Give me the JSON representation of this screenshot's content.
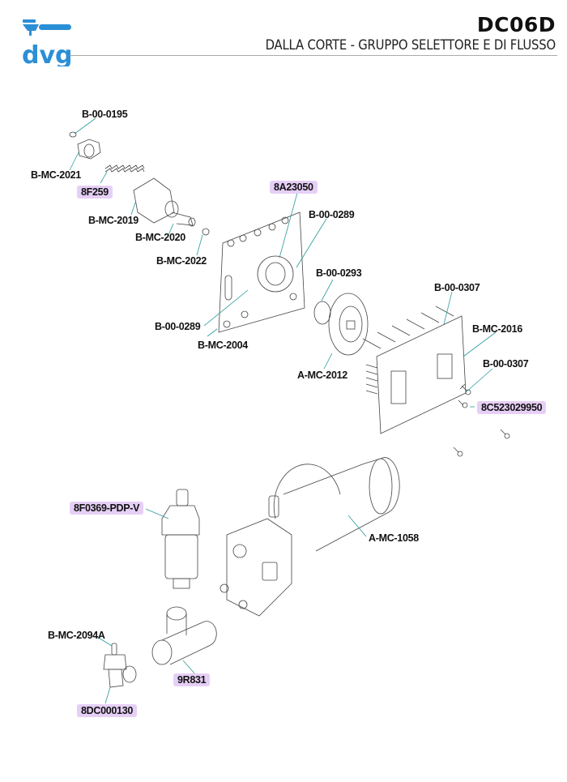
{
  "header": {
    "logo_text": "dvg",
    "doc_code": "DC06D",
    "title": "DALLA CORTE - GRUPPO SELETTORE E DI FLUSSO"
  },
  "colors": {
    "brand_blue": "#2b8fd6",
    "highlight": "#e6cff6",
    "leader": "#2a9a9a"
  },
  "parts": [
    {
      "code": "B-00-0195",
      "highlighted": false
    },
    {
      "code": "B-MC-2021",
      "highlighted": false
    },
    {
      "code": "8F259",
      "highlighted": true
    },
    {
      "code": "B-MC-2019",
      "highlighted": false
    },
    {
      "code": "B-MC-2020",
      "highlighted": false
    },
    {
      "code": "B-MC-2022",
      "highlighted": false
    },
    {
      "code": "8A23050",
      "highlighted": true
    },
    {
      "code": "B-00-0289",
      "highlighted": false
    },
    {
      "code": "B-00-0293",
      "highlighted": false
    },
    {
      "code": "B-00-0289",
      "highlighted": false
    },
    {
      "code": "B-MC-2004",
      "highlighted": false
    },
    {
      "code": "A-MC-2012",
      "highlighted": false
    },
    {
      "code": "B-00-0307",
      "highlighted": false
    },
    {
      "code": "B-MC-2016",
      "highlighted": false
    },
    {
      "code": "B-00-0307",
      "highlighted": false
    },
    {
      "code": "8C523029950",
      "highlighted": true
    },
    {
      "code": "8F0369-PDP-V",
      "highlighted": true
    },
    {
      "code": "A-MC-1058",
      "highlighted": false
    },
    {
      "code": "B-MC-2094A",
      "highlighted": false
    },
    {
      "code": "9R831",
      "highlighted": true
    },
    {
      "code": "8DC000130",
      "highlighted": true
    }
  ]
}
